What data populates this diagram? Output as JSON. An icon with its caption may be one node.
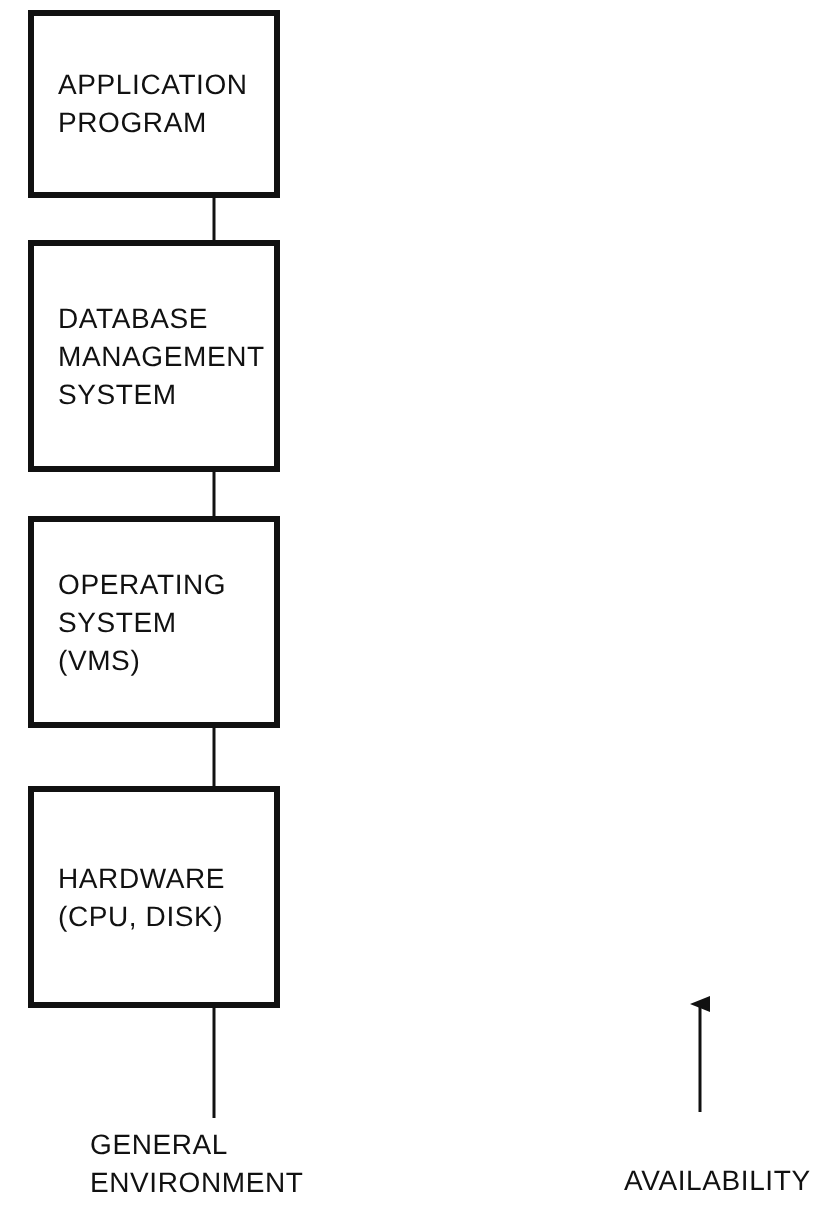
{
  "diagram": {
    "nodes": [
      {
        "text": [
          "APPLICATION PROGRAM"
        ]
      },
      {
        "text": [
          "DATABASE MANAGEMENT SYSTEM"
        ]
      },
      {
        "text": [
          "OPERATING SYSTEM (VMS)"
        ]
      },
      {
        "text": [
          "HARDWARE (CPU, DISK)"
        ]
      },
      {
        "text": [
          "GENERAL ENVIRONMENT"
        ]
      }
    ],
    "edges": [
      {
        "from": 0,
        "to": 1,
        "arrow": "none"
      },
      {
        "from": 1,
        "to": 2,
        "arrow": "none"
      },
      {
        "from": 2,
        "to": 3,
        "arrow": "none"
      },
      {
        "from": 3,
        "to": 4,
        "arrow": "none"
      }
    ],
    "labels": [
      "AVAILABILITY"
    ]
  }
}
